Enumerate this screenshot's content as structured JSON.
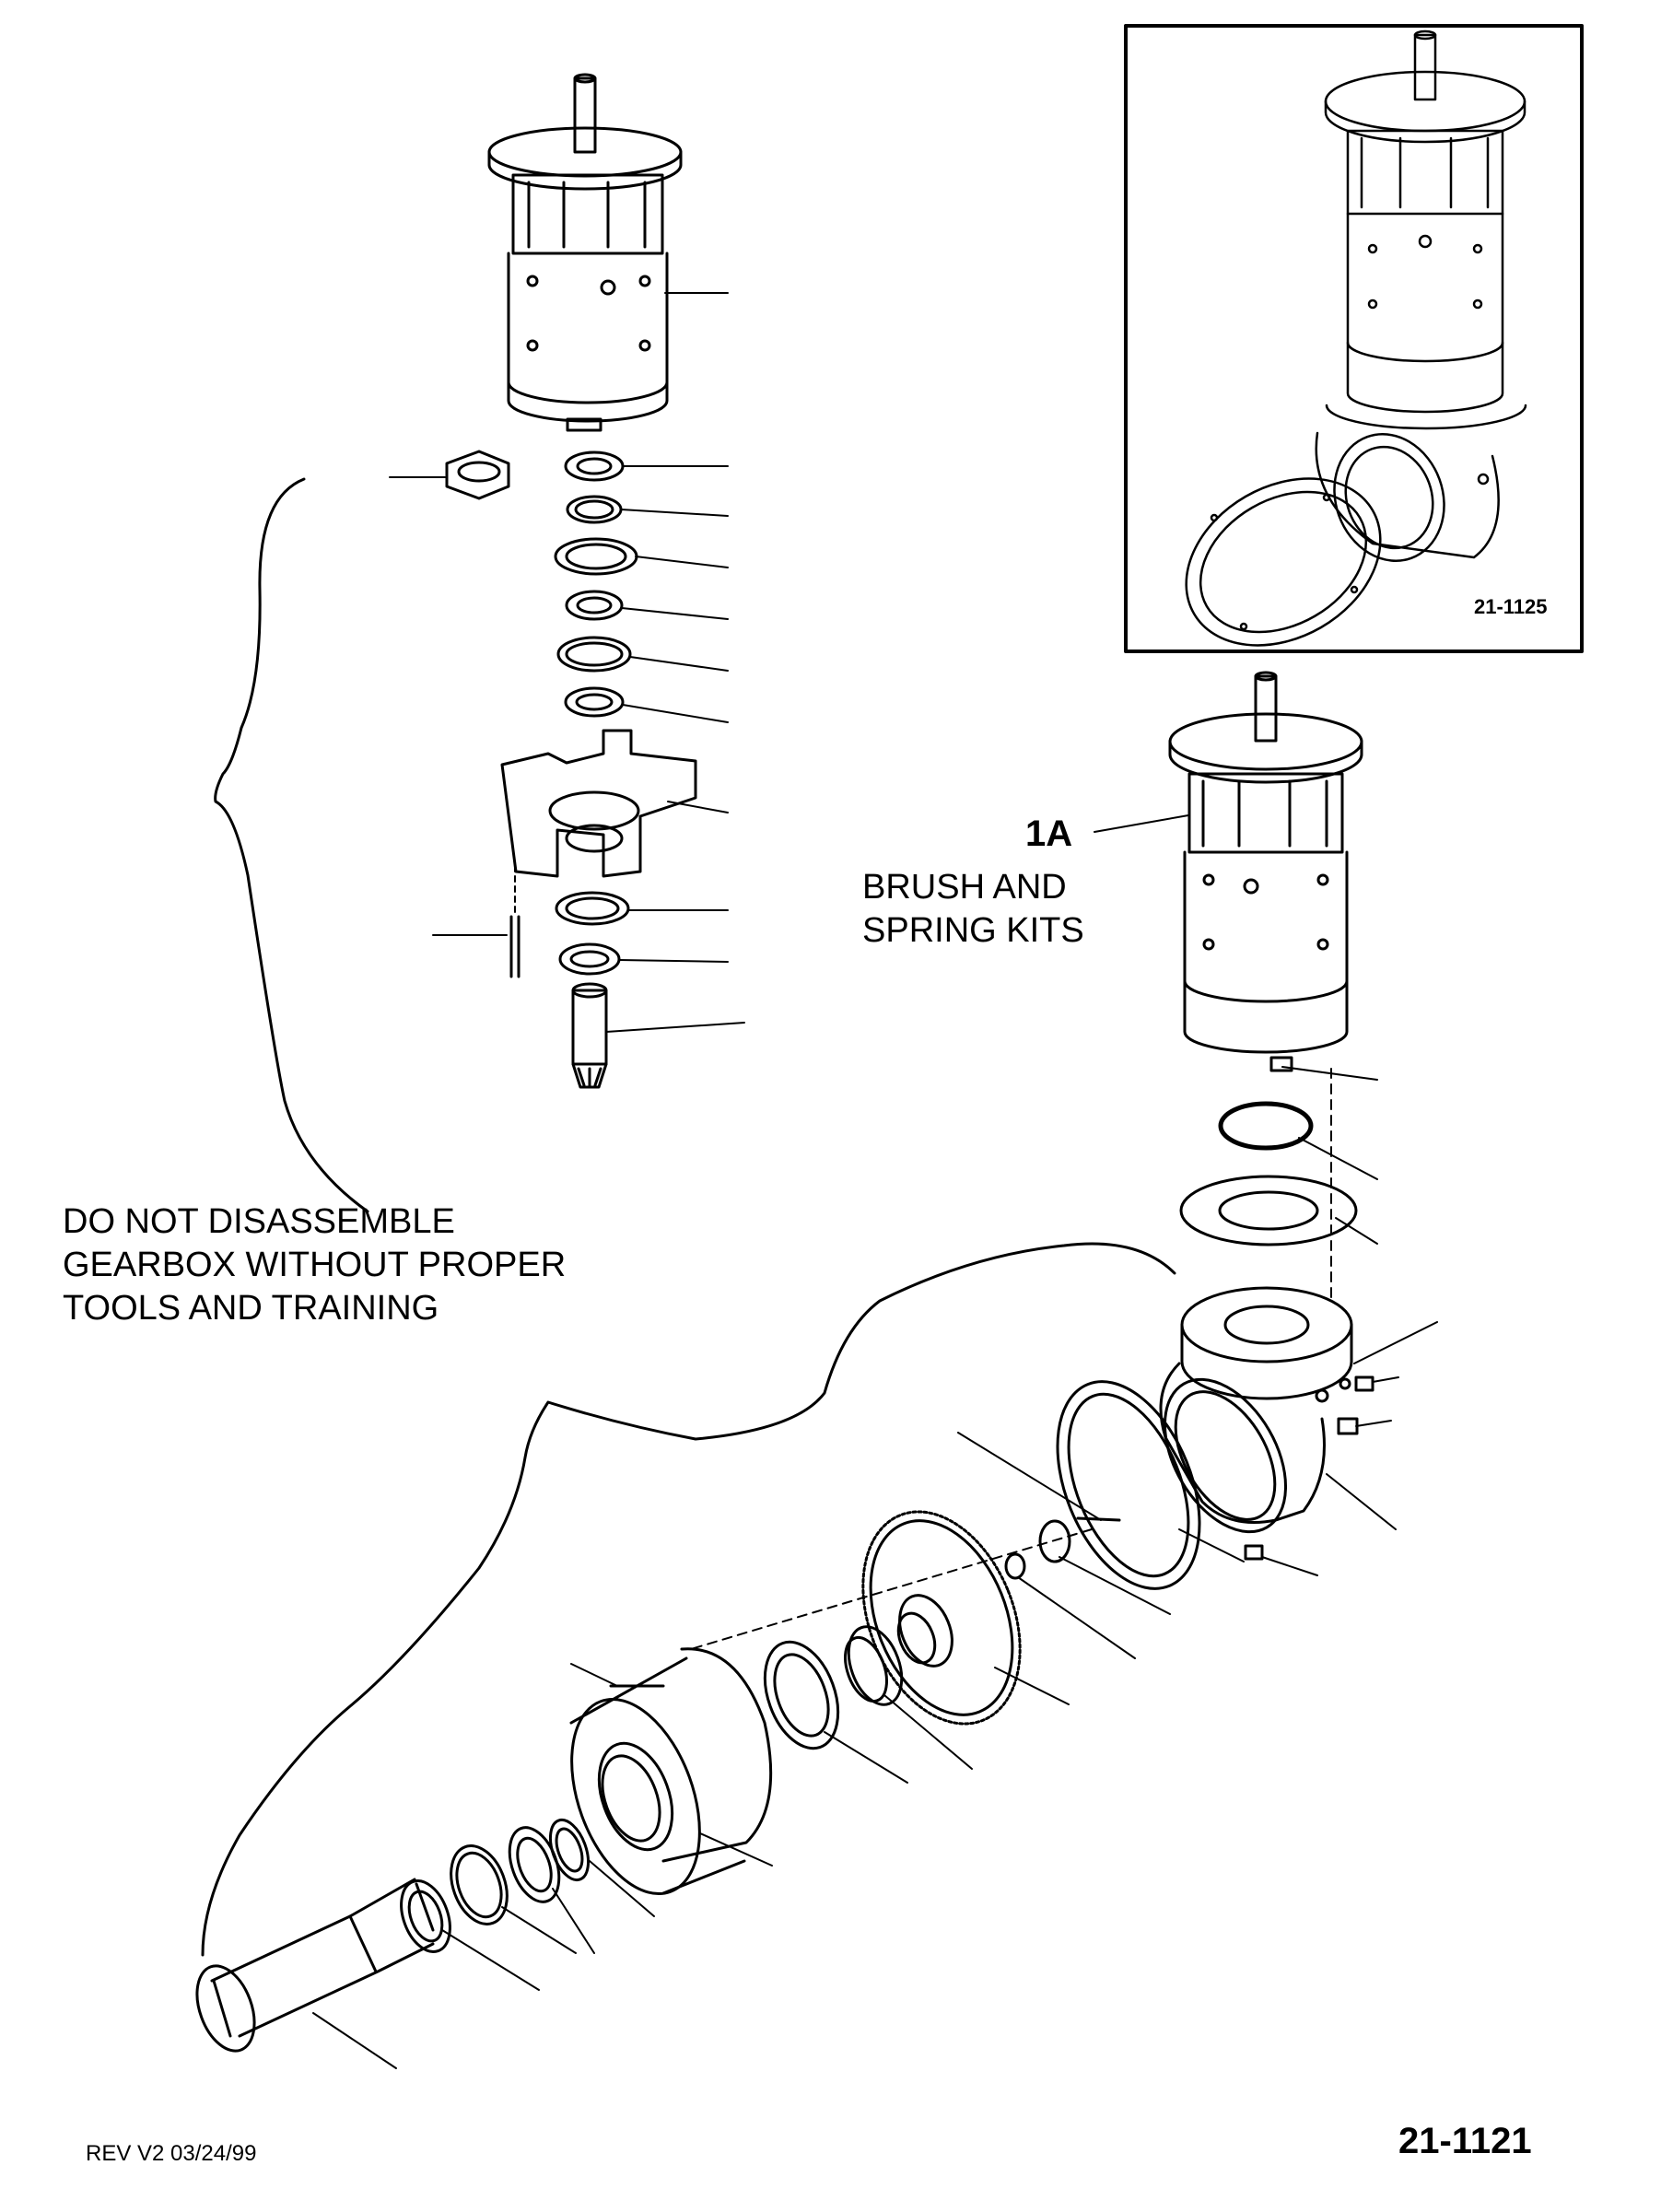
{
  "callout": {
    "item": "1A",
    "line1": "BRUSH AND",
    "line2": "SPRING KITS"
  },
  "warning": {
    "line1": "DO NOT DISASSEMBLE",
    "line2": "GEARBOX WITHOUT PROPER",
    "line3": "TOOLS AND TRAINING"
  },
  "inset": {
    "figure_number": "21-1125"
  },
  "footer": {
    "revision": "REV V2 03/24/99",
    "figure_number": "21-1121"
  },
  "icons": [
    "motor-assembly-icon",
    "gearbox-housing-icon",
    "bearing-icon",
    "ring-gear-icon",
    "splined-shaft-icon"
  ]
}
